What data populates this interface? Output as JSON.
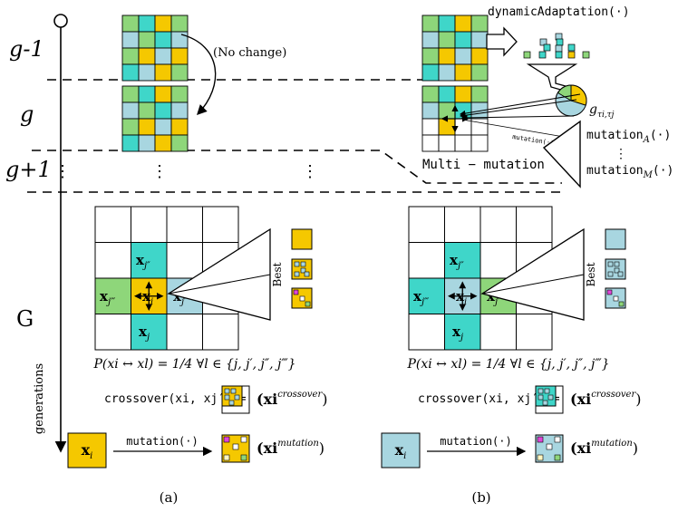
{
  "colors": {
    "green": "#8ed67a",
    "teal": "#3fd6c9",
    "light_blue": "#a8d6e0",
    "yellow": "#f5c800",
    "magenta": "#e046d8",
    "cream": "#fff6c0"
  },
  "generation_labels": {
    "g_minus_1": "g-1",
    "g": "g",
    "g_plus_1": "g+1",
    "G": "G",
    "axis": "generations"
  },
  "top_panel": {
    "no_change": "(No change)",
    "dynamic_adaptation": "dynamicAdaptation(·)",
    "g_tau": "g",
    "g_tau_sub": "τi,τj",
    "mutation_small": "mutation(·)",
    "multi_mutation": "Multi − mutation",
    "mutation_A": "mutation",
    "mutation_A_sub": "A",
    "mutation_M": "mutation",
    "mutation_M_sub": "M",
    "arg": "(·)"
  },
  "panel_a": {
    "caption": "(a)",
    "best": "Best",
    "xi": "x",
    "xi_sub": "i",
    "xj1": "x",
    "xj1_sub": "j′",
    "xj2": "x",
    "xj2_sub": "j″",
    "xj3": "x",
    "xj3_sub": "j‴",
    "xj": "x",
    "xj_sub": "j",
    "prob": "P(xi ↔ xl) = 1/4 ∀l ∈ {j, j′, j″, j‴}",
    "crossover": "crossover(xi, xj′) =",
    "crossover_result": "(xi",
    "crossover_sup": "crossover",
    "mutation_label": "mutation(·)",
    "mutation_result": "(xi",
    "mutation_sup": "mutation"
  },
  "panel_b": {
    "caption": "(b)",
    "best": "Best",
    "xi": "x",
    "xi_sub": "i",
    "xj1": "x",
    "xj1_sub": "j′",
    "xj2": "x",
    "xj2_sub": "j″",
    "xj3": "x",
    "xj3_sub": "j‴",
    "xj": "x",
    "xj_sub": "j",
    "prob": "P(xi ↔ xl) = 1/4 ∀l ∈ {j, j′, j″, j‴}",
    "crossover": "crossover(xi, xj′) =",
    "crossover_result": "(xi",
    "crossover_sup": "crossover",
    "mutation_label": "mutation(·)",
    "mutation_result": "(xi",
    "mutation_sup": "mutation"
  }
}
